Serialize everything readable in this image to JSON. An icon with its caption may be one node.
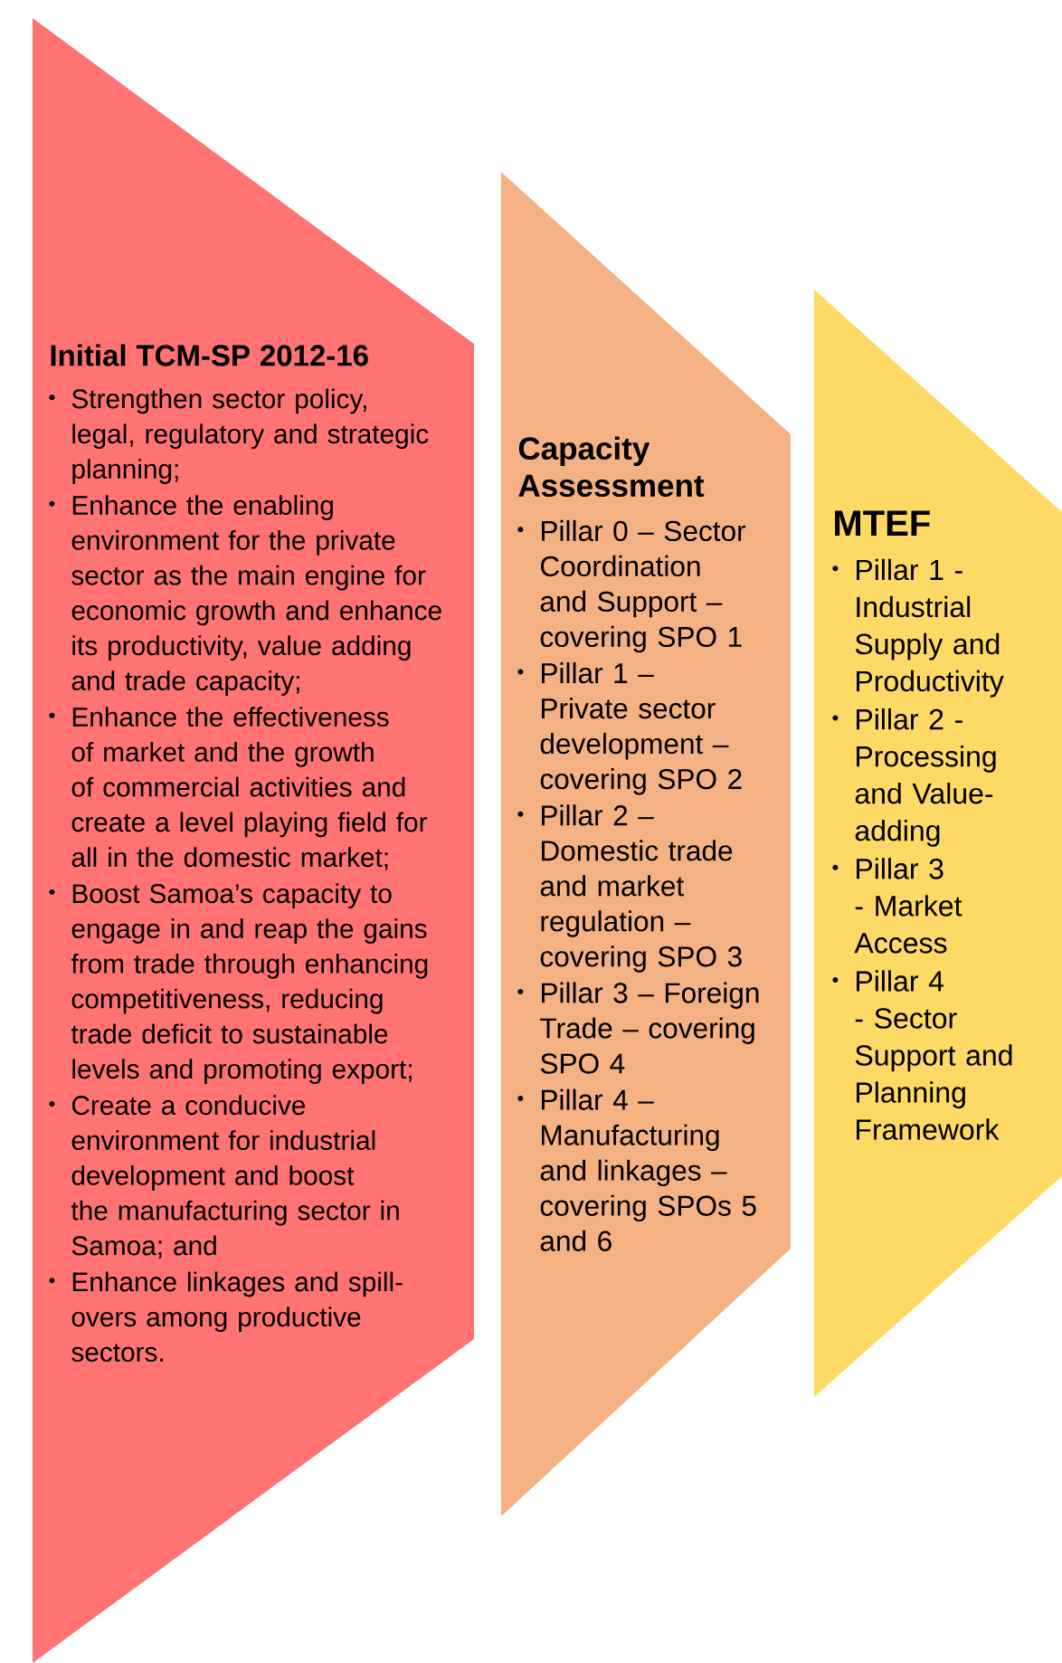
{
  "diagram": {
    "nodes": [
      {
        "text": [
          "Initial TCM-SP 2012-16",
          "Strengthen sector policy, legal, regulatory and strategic planning;",
          "Enhance the enabling environment for the private sector as the main engine for economic growth and enhance its productivity, value adding and trade capacity;",
          "Enhance the effectiveness of market and the growth of commercial activities and create a level playing field for all in the domestic market;",
          "Boost Samoa’s capacity to engage in and reap the gains from trade through enhancing competitiveness, reducing trade deficit to sustainable levels and promoting export;",
          "Create a conducive environment for industrial development and boost the manufacturing sector in Samoa; and",
          "Enhance linkages and spill-overs among productive sectors."
        ]
      },
      {
        "text": [
          "Capacity Assessment",
          "Pillar 0 – Sector Coordination and Support – covering SPO 1",
          "Pillar 1 – Private sector development – covering SPO 2",
          "Pillar 2 – Domestic trade and market regulation – covering SPO 3",
          "Pillar 3 – Foreign Trade – covering SPO 4",
          "Pillar 4 – Manufacturing and linkages – covering SPOs 5 and 6"
        ]
      },
      {
        "text": [
          "MTEF",
          "Pillar 1 - Industrial Supply and Productivity",
          "Pillar 2 - Processing and Value-adding",
          "Pillar 3 - Market Access",
          "Pillar 4 - Sector Support and Planning Framework"
        ]
      }
    ]
  }
}
